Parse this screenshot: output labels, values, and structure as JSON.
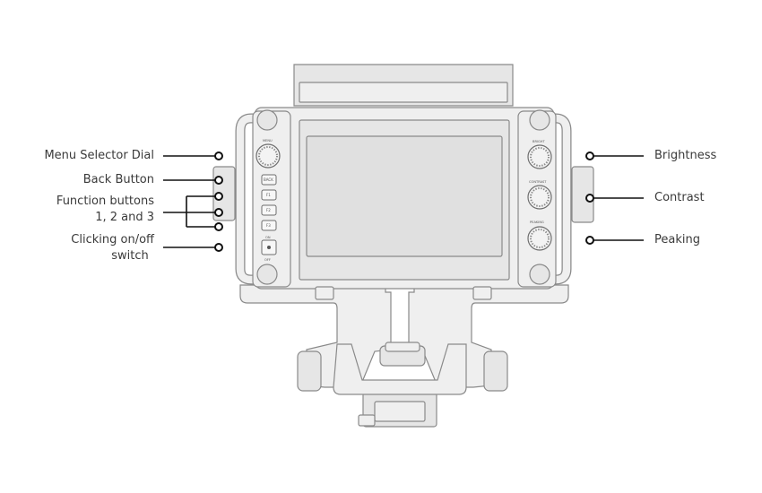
{
  "callouts": {
    "menu_selector_dial": "Menu Selector Dial",
    "back_button": "Back Button",
    "function_buttons_line1": "Function buttons",
    "function_buttons_line2": "1, 2 and 3",
    "onoff_switch_line1": "Clicking on/off",
    "onoff_switch_line2": "switch",
    "brightness": "Brightness",
    "contrast": "Contrast",
    "peaking": "Peaking"
  },
  "device_labels": {
    "menu": "MENU",
    "bright": "BRIGHT",
    "contrast": "CONTRAST",
    "peaking": "PEAKING",
    "back": "BACK",
    "f1": "F1",
    "f2": "F2",
    "f3": "F3",
    "on": "ON",
    "off": "OFF"
  },
  "colors": {
    "outline": "#8a8a8a",
    "body": "#efefef",
    "screen": "#e0e0e0",
    "leader": "#111111",
    "text": "#3a3a3a"
  }
}
